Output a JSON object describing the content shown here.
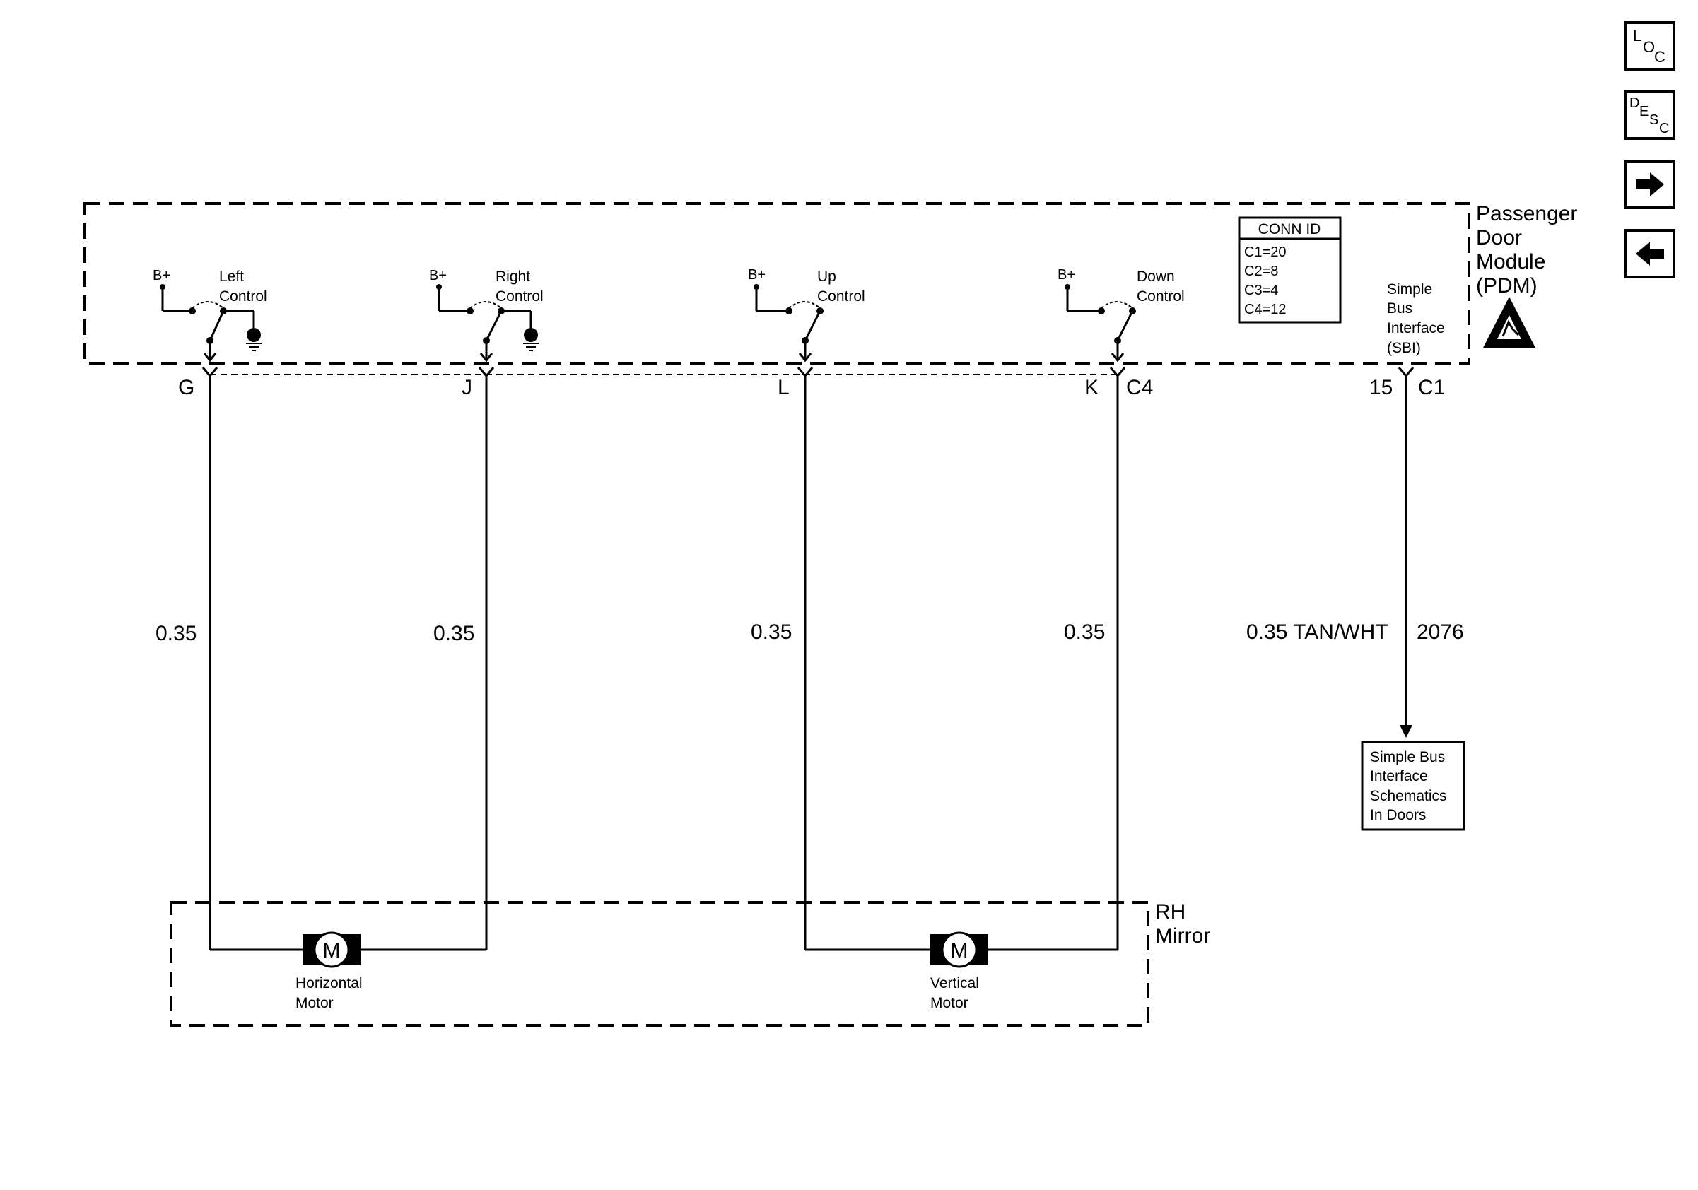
{
  "module": {
    "name_lines": [
      "Passenger",
      "Door",
      "Module",
      "(PDM)"
    ],
    "conn_id": {
      "title": "CONN ID",
      "rows": [
        "C1=20",
        "C2=8",
        "C3=4",
        "C4=12"
      ]
    },
    "switches": [
      {
        "supply": "B+",
        "label_lines": [
          "Left",
          "Control"
        ]
      },
      {
        "supply": "B+",
        "label_lines": [
          "Right",
          "Control"
        ]
      },
      {
        "supply": "B+",
        "label_lines": [
          "Up",
          "Control"
        ]
      },
      {
        "supply": "B+",
        "label_lines": [
          "Down",
          "Control"
        ]
      }
    ],
    "sbi_label_lines": [
      "Simple",
      "Bus",
      "Interface",
      "(SBI)"
    ]
  },
  "connectors": {
    "pins": [
      "G",
      "J",
      "L",
      "K"
    ],
    "c4_label": "C4",
    "sbi_pin": "15",
    "c1_label": "C1"
  },
  "wires": {
    "gauges": [
      "0.35",
      "0.35",
      "0.35",
      "0.35"
    ],
    "sbi_wire": "0.35 TAN/WHT",
    "sbi_circuit": "2076"
  },
  "sbi_reference": {
    "lines": [
      "Simple Bus",
      "Interface",
      "Schematics",
      "In Doors"
    ]
  },
  "mirror": {
    "name_lines": [
      "RH",
      "Mirror"
    ],
    "motors": [
      {
        "symbol": "M",
        "label_lines": [
          "Horizontal",
          "Motor"
        ]
      },
      {
        "symbol": "M",
        "label_lines": [
          "Vertical",
          "Motor"
        ]
      }
    ]
  },
  "nav": {
    "loc": {
      "letters": [
        "L",
        "O",
        "C"
      ]
    },
    "desc": {
      "letters": [
        "D",
        "E",
        "S",
        "C"
      ]
    },
    "next_icon": "arrow-right-icon",
    "prev_icon": "arrow-left-icon"
  }
}
